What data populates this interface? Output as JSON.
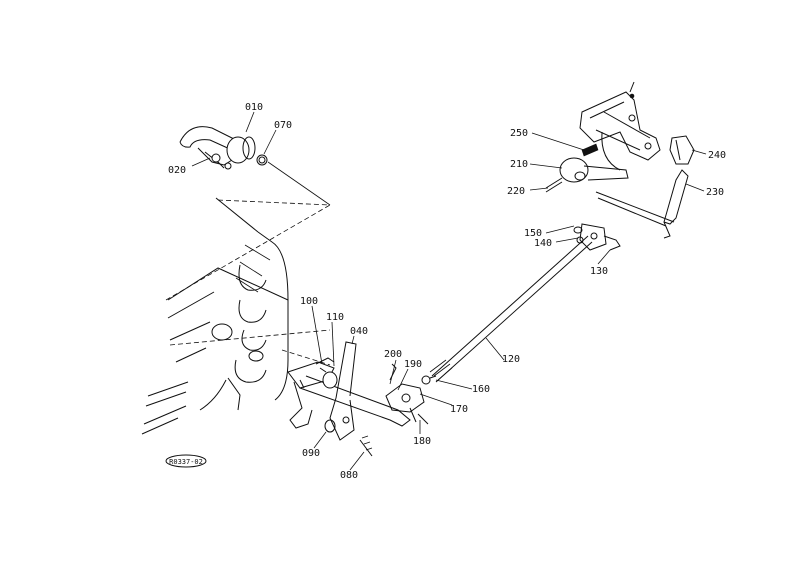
{
  "diagram": {
    "ref_code": "R0337-02",
    "parts": {
      "p010": "010",
      "p070": "070",
      "p020": "020",
      "p250": "250",
      "p240": "240",
      "p210": "210",
      "p230": "230",
      "p220": "220",
      "p150": "150",
      "p140": "140",
      "p130": "130",
      "p100": "100",
      "p110": "110",
      "p040": "040",
      "p200": "200",
      "p190": "190",
      "p120": "120",
      "p160": "160",
      "p170": "170",
      "p180": "180",
      "p090": "090",
      "p080": "080"
    }
  }
}
